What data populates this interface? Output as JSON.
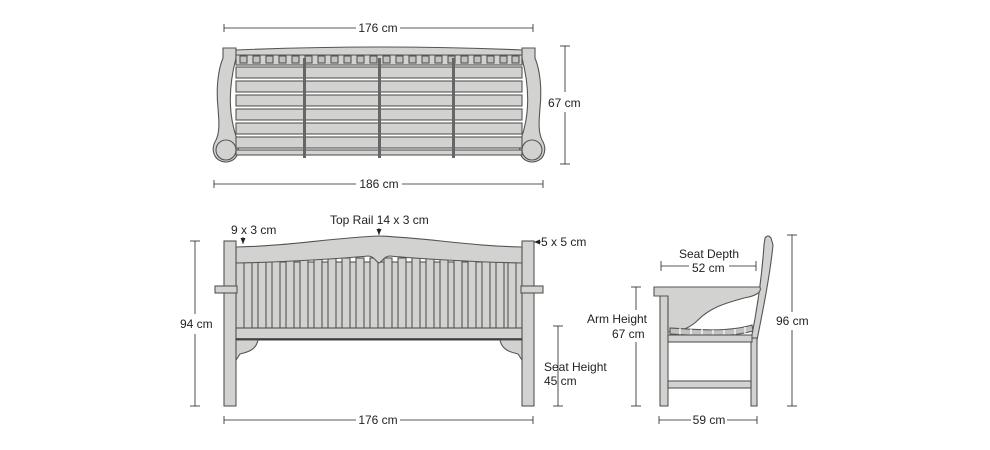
{
  "top_view": {
    "length_upper": "176 cm",
    "length_lower": "186 cm",
    "depth": "67 cm"
  },
  "front_view": {
    "arm_section": "9 x 3 cm",
    "top_rail": "Top Rail 14 x 3 cm",
    "leg_section": "5 x 5 cm",
    "height": "94 cm",
    "seat_height_label": "Seat Height",
    "seat_height_value": "45 cm",
    "length": "176 cm"
  },
  "side_view": {
    "seat_depth_label": "Seat Depth",
    "seat_depth_value": "52 cm",
    "arm_height_label": "Arm Height",
    "arm_height_value": "67 cm",
    "height": "96 cm",
    "depth": "59 cm"
  },
  "colors": {
    "wood": "#d2d3d0",
    "outline": "#555555",
    "dimension_line": "#222222"
  }
}
